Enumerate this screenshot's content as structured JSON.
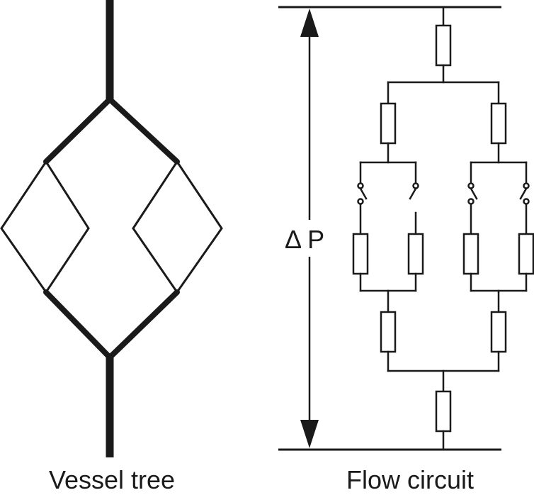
{
  "labels": {
    "delta_p": "Δ P",
    "vessel_tree": "Vessel tree",
    "flow_circuit": "Flow circuit"
  },
  "colors": {
    "ink": "#1a1a1a",
    "background": "#ffffff"
  },
  "icons": {
    "resistor": "resistor-icon",
    "switch": "switch-icon",
    "arrow": "double-headed-arrow-icon"
  }
}
